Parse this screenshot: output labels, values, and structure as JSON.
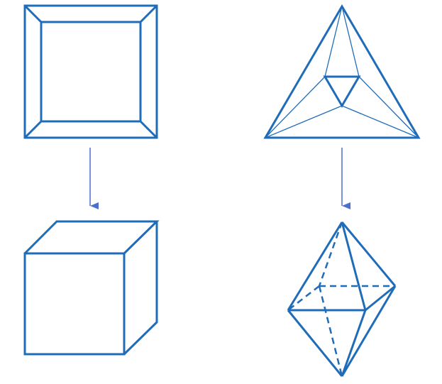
{
  "colors": {
    "stroke": "#1f6cb8",
    "arrow": "#4a6fcf",
    "background": "#ffffff"
  },
  "figures": [
    {
      "id": "square-frame",
      "kind": "square-with-inner-square"
    },
    {
      "id": "triangle-net",
      "kind": "triangle-with-inner-triangle"
    },
    {
      "id": "cube",
      "kind": "cube-3d"
    },
    {
      "id": "bipyramid",
      "kind": "triangular-bipyramid-3d"
    }
  ],
  "arrows": [
    {
      "id": "left-arrow",
      "from": "square-frame",
      "to": "cube"
    },
    {
      "id": "right-arrow",
      "from": "triangle-net",
      "to": "bipyramid"
    }
  ]
}
